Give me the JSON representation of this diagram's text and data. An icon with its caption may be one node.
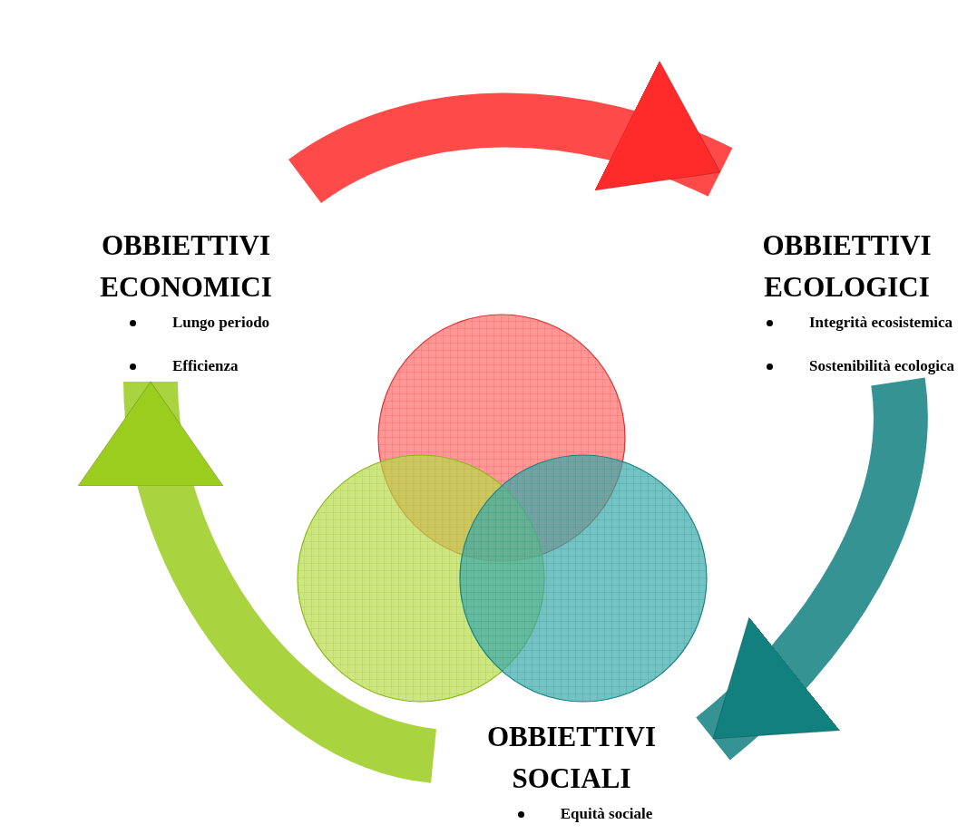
{
  "diagram": {
    "nodes": [
      {
        "text": [
          "OBBIETTIVI ECONOMICI",
          "Lungo periodo",
          "Efficienza"
        ]
      },
      {
        "text": [
          "OBBIETTIVI ECOLOGICI",
          "Integrità ecosistemica",
          "Sostenibilità ecologica"
        ]
      },
      {
        "text": [
          "OBBIETTIVI SOCIALI",
          "Equità sociale"
        ]
      },
      {
        "text": [],
        "shape": "circle"
      },
      {
        "text": [],
        "shape": "circle"
      },
      {
        "text": [],
        "shape": "circle"
      }
    ],
    "edges": [
      {
        "from": 0,
        "to": 1,
        "arrow": "to",
        "color": "#ff2a2a"
      },
      {
        "from": 1,
        "to": 2,
        "arrow": "to",
        "color": "#138080"
      },
      {
        "from": 2,
        "to": 0,
        "arrow": "to",
        "color": "#9acd1e"
      }
    ]
  }
}
